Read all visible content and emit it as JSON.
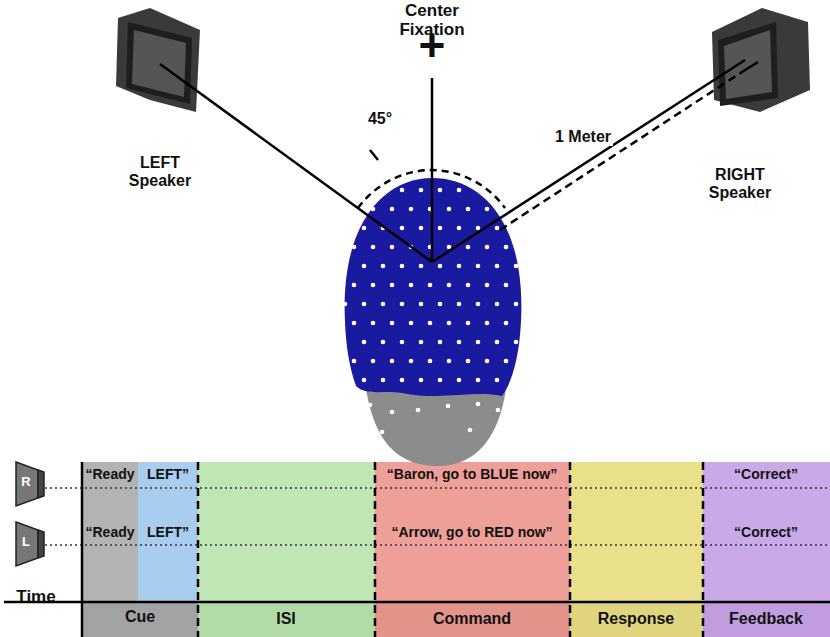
{
  "diagram": {
    "nodes": [
      {
        "text": [
          "LEFT Speaker"
        ]
      },
      {
        "text": [
          "RIGHT Speaker"
        ]
      },
      {
        "text": [
          "R"
        ]
      },
      {
        "text": [
          "L"
        ]
      },
      {
        "text": [
          "“Ready",
          "“Ready"
        ]
      },
      {
        "text": [
          "LEFT”",
          "LEFT”"
        ]
      },
      {
        "text": [
          "ISI"
        ]
      },
      {
        "text": [
          "“Baron, go to BLUE now”",
          "“Arrow, go to RED now”",
          "Command"
        ]
      },
      {
        "text": [
          "Response"
        ]
      },
      {
        "text": [
          "“Correct”",
          "“Correct”",
          "Feedback"
        ]
      }
    ],
    "labels": [
      "Center Fixation",
      "+",
      "45°",
      "1 Meter",
      "Cue",
      "Time"
    ]
  }
}
